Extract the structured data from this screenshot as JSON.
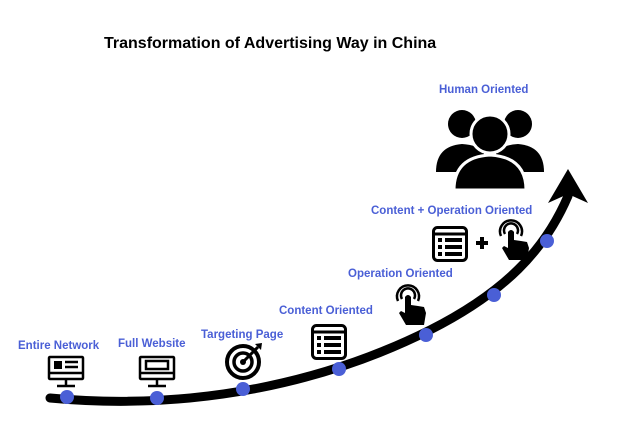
{
  "title": "Transformation of Advertising Way in China",
  "accent_color": "#4a5fd6",
  "stages": [
    {
      "label": "Entire Network",
      "icon": "monitor-icon"
    },
    {
      "label": "Full Website",
      "icon": "monitor-icon"
    },
    {
      "label": "Targeting Page",
      "icon": "target-icon"
    },
    {
      "label": "Content Oriented",
      "icon": "list-icon"
    },
    {
      "label": "Operation Oriented",
      "icon": "touch-icon"
    },
    {
      "label": "Content + Operation Oriented",
      "icon": "list-icon + touch-icon"
    },
    {
      "label": "Human Oriented",
      "icon": "people-icon"
    }
  ]
}
